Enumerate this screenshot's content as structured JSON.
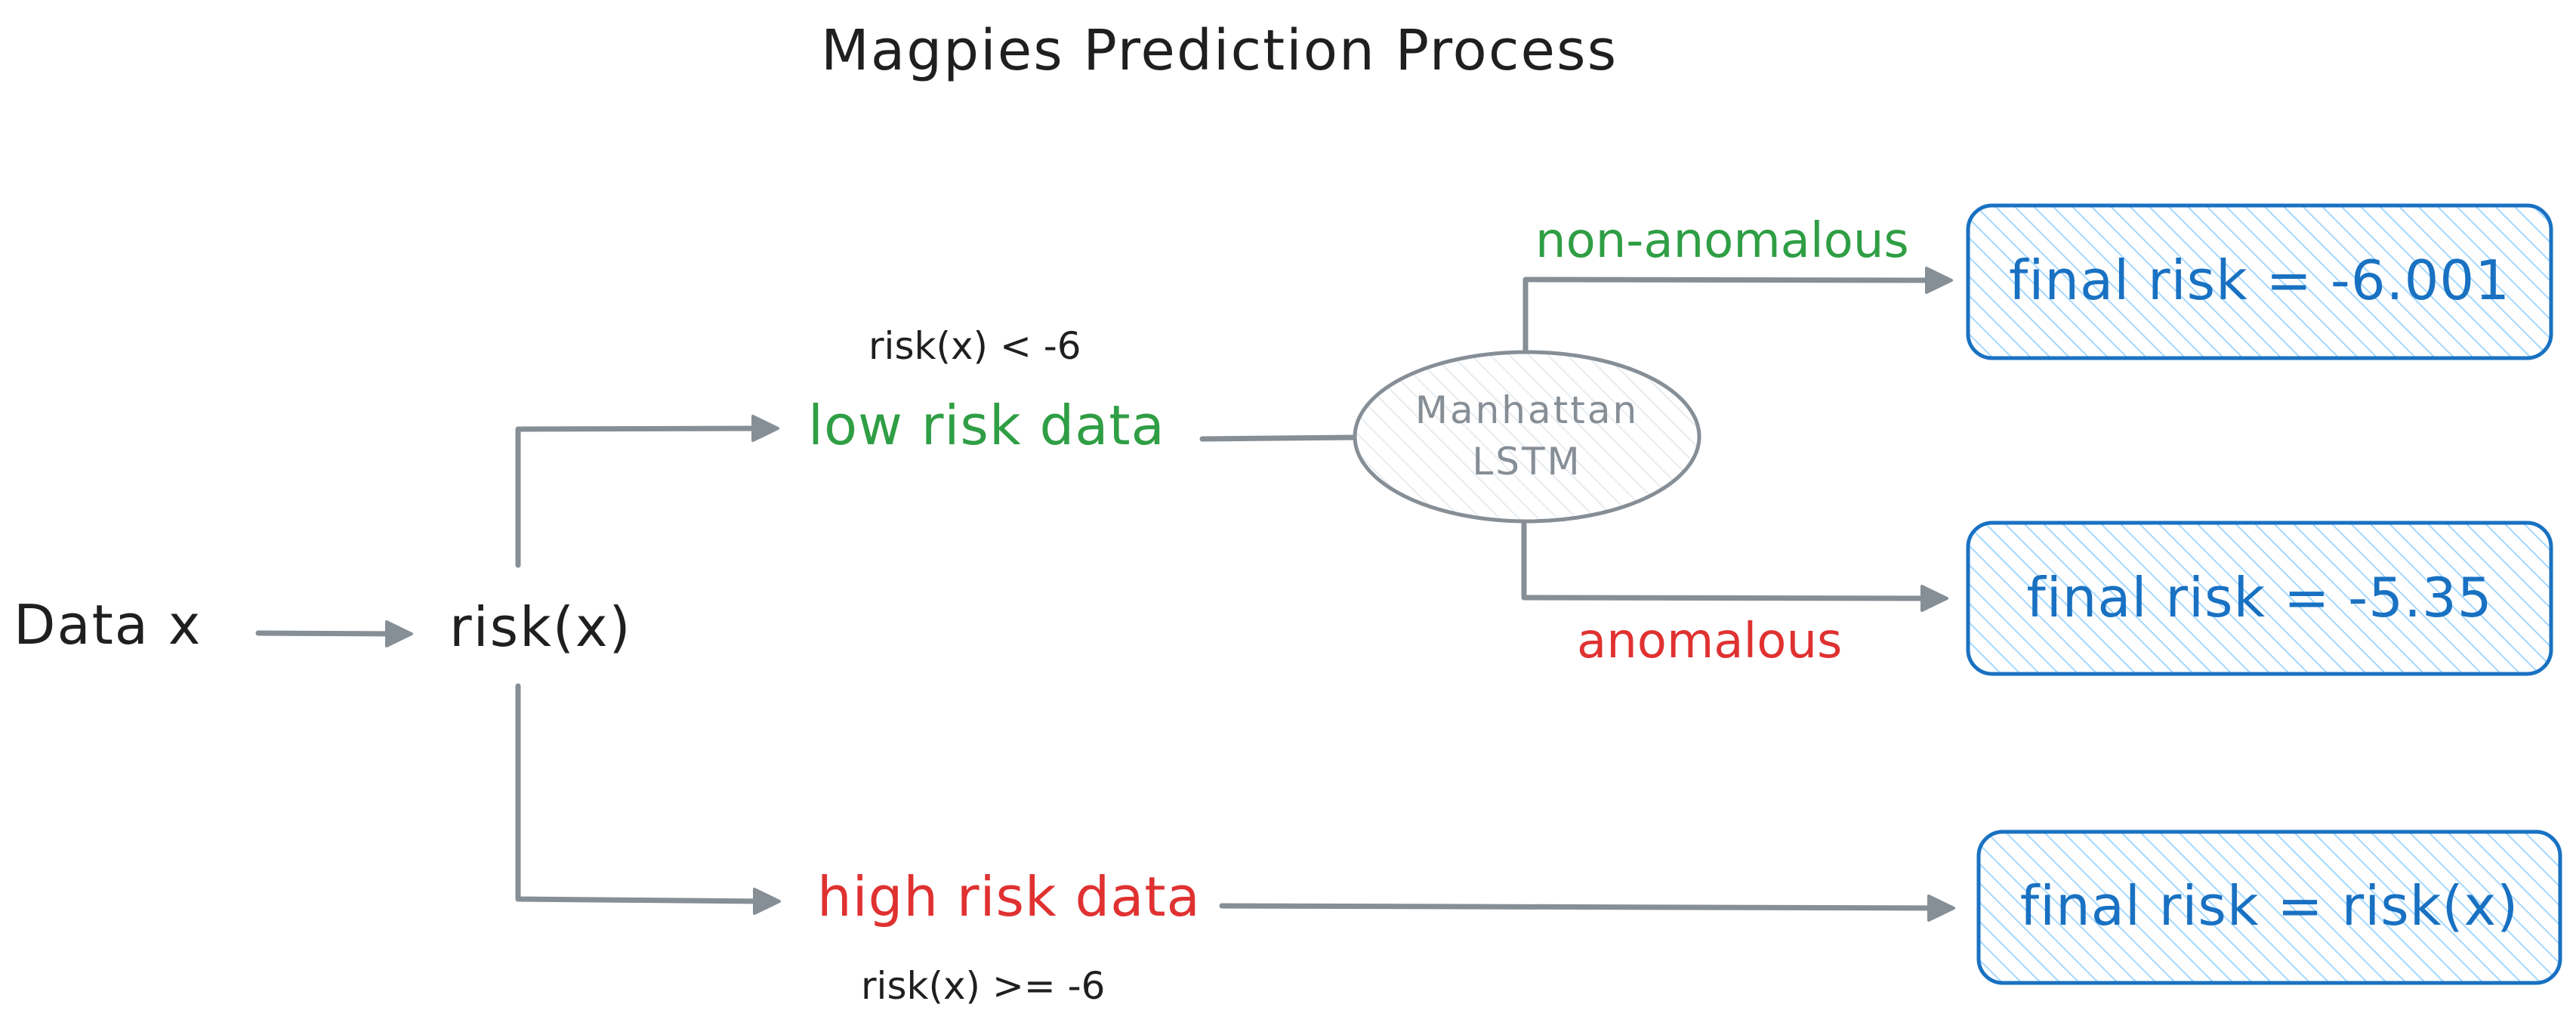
{
  "title": "Magpies Prediction Process",
  "nodes": {
    "input": "Data x",
    "risk_fn": "risk(x)",
    "low_risk": "low risk data",
    "high_risk": "high risk data",
    "model_line1": "Manhattan",
    "model_line2": "LSTM"
  },
  "conditions": {
    "low": "risk(x) < -6",
    "high": "risk(x) >= -6"
  },
  "edges": {
    "non_anomalous": "non-anomalous",
    "anomalous": "anomalous"
  },
  "results": {
    "non_anomalous": "final risk = -6.001",
    "anomalous": "final risk = -5.35",
    "high_risk": "final risk = risk(x)"
  },
  "colors": {
    "text": "#1f1f1f",
    "arrow": "#868e96",
    "green": "#2f9e44",
    "red": "#e03131",
    "blue": "#1971c2",
    "hatch_blue": "#a5d8ff",
    "hatch_gray": "#ced4da"
  }
}
